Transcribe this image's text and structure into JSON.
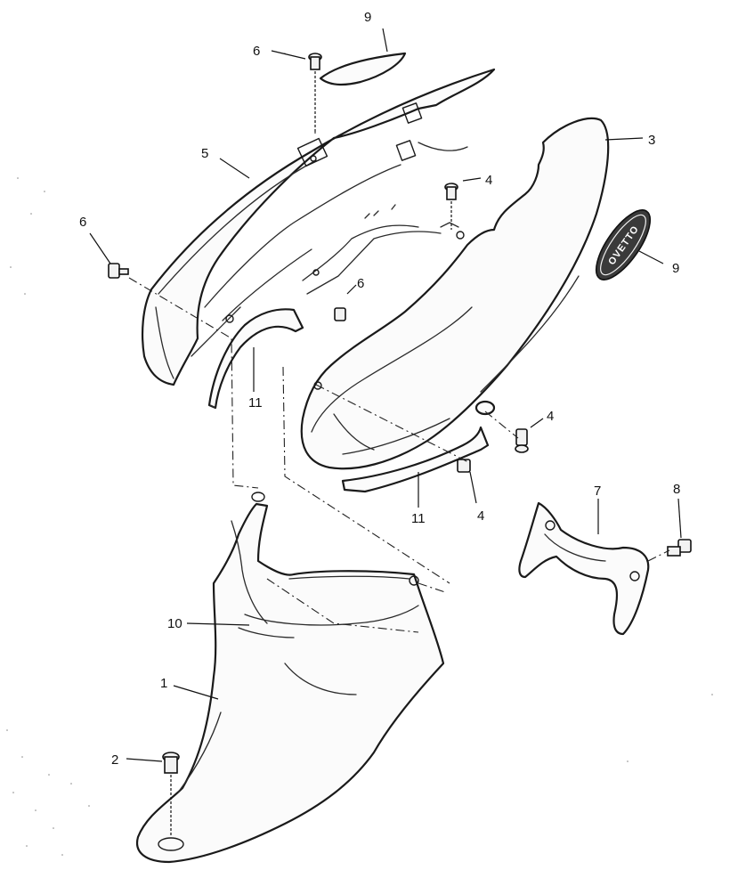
{
  "callouts": {
    "c1": "1",
    "c2": "2",
    "c3": "3",
    "c4a": "4",
    "c4b": "4",
    "c4c": "4",
    "c5": "5",
    "c6a": "6",
    "c6b": "6",
    "c6c": "6",
    "c7": "7",
    "c8": "8",
    "c9a": "9",
    "c9b": "9",
    "c10": "10",
    "c11a": "11",
    "c11b": "11"
  },
  "emblem": {
    "text": "OVETTO"
  },
  "colors": {
    "line": "#1a1a1a",
    "fill": "#fbfbfb",
    "emblem_dark": "#3a3a3a"
  }
}
